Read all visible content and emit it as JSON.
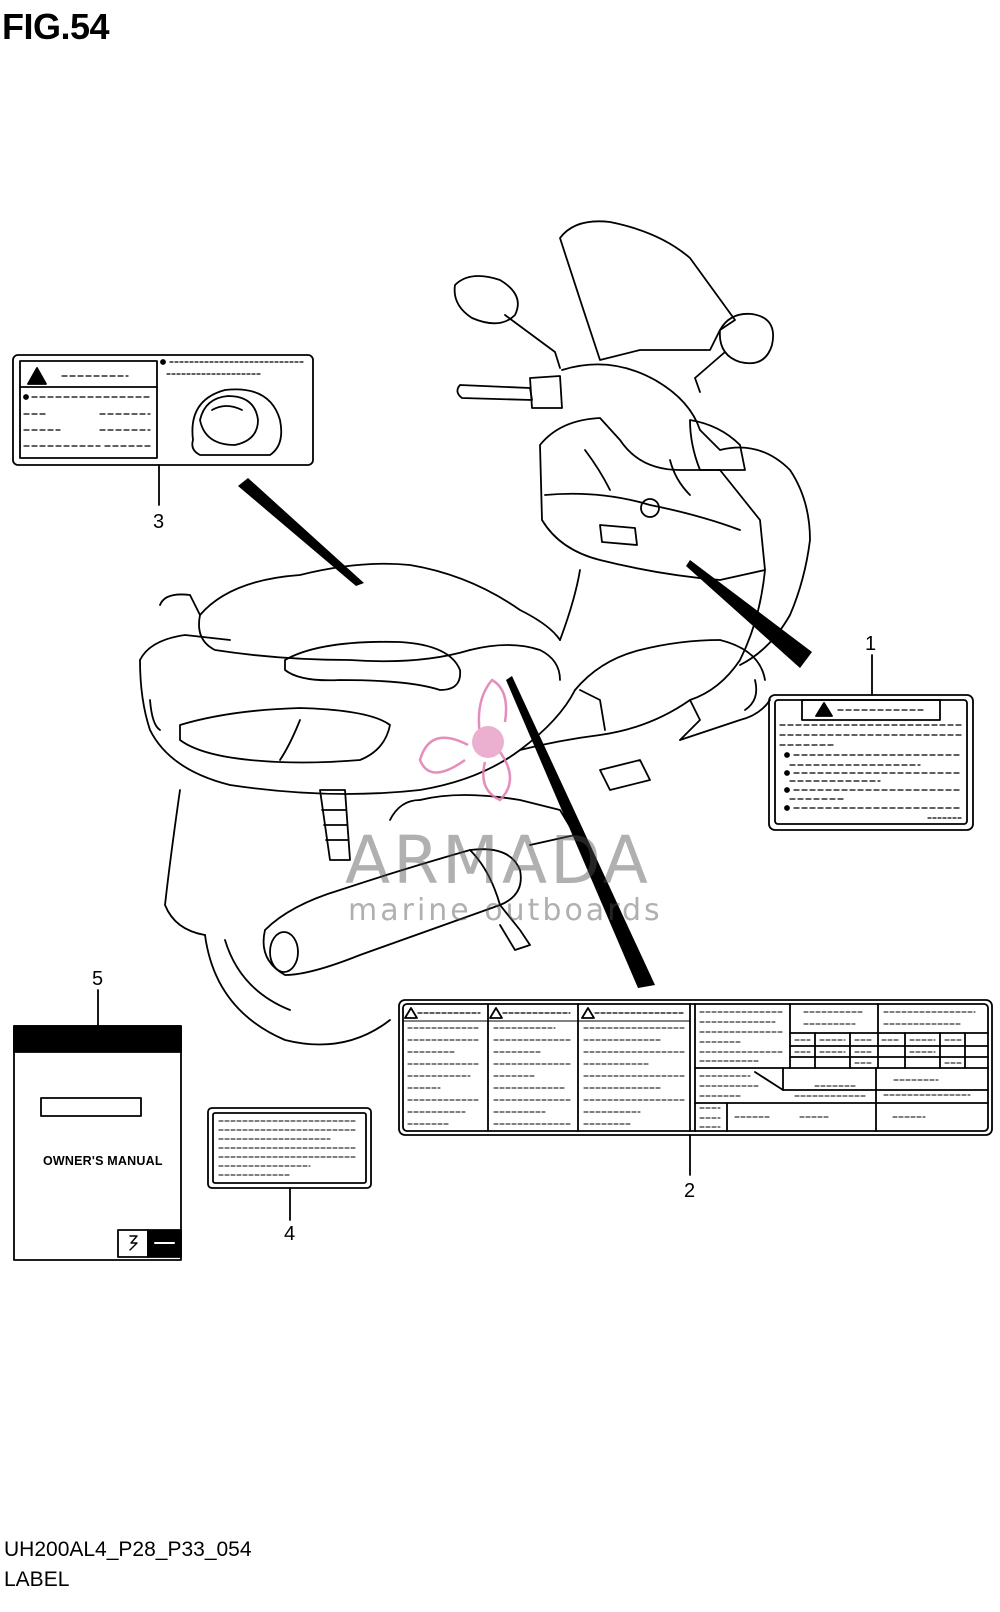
{
  "figure": {
    "title": "FIG.54",
    "code": "UH200AL4_P28_P33_054",
    "caption": "LABEL"
  },
  "callouts": [
    "1",
    "2",
    "3",
    "4",
    "5"
  ],
  "manual": {
    "cover_text": "OWNER'S MANUAL"
  },
  "watermark": {
    "name": "ARMADA",
    "sub": "marine outboards"
  },
  "colors": {
    "line": "#000000",
    "watermark": "#e07bb0"
  }
}
